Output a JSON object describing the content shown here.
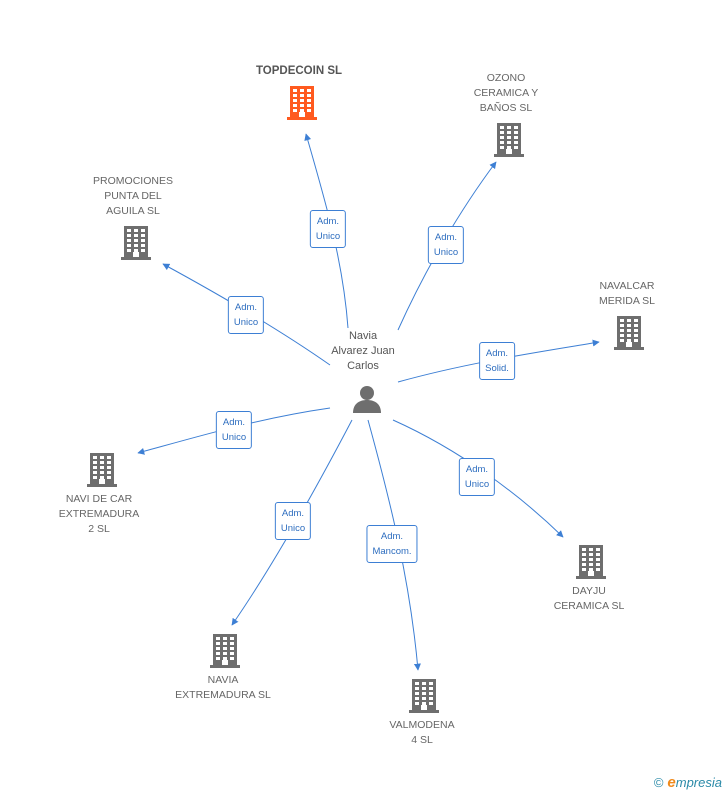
{
  "center": {
    "name_lines": [
      "Navia",
      "Alvarez Juan",
      "Carlos"
    ],
    "icon": "person-icon"
  },
  "companies": [
    {
      "id": "topdecoin",
      "lines": [
        "TOPDECOIN SL"
      ],
      "highlight": true,
      "color": "#ff5a1f",
      "role": [
        "Adm.",
        "Unico"
      ]
    },
    {
      "id": "ozono",
      "lines": [
        "OZONO",
        "CERAMICA Y",
        "BAÑOS SL"
      ],
      "highlight": false,
      "color": "#6e6e6e",
      "role": [
        "Adm.",
        "Unico"
      ]
    },
    {
      "id": "promociones",
      "lines": [
        "PROMOCIONES",
        "PUNTA DEL",
        "AGUILA SL"
      ],
      "highlight": false,
      "color": "#6e6e6e",
      "role": [
        "Adm.",
        "Unico"
      ]
    },
    {
      "id": "navalcar",
      "lines": [
        "NAVALCAR",
        "MERIDA SL"
      ],
      "highlight": false,
      "color": "#6e6e6e",
      "role": [
        "Adm.",
        "Solid."
      ]
    },
    {
      "id": "navi-de-car",
      "lines": [
        "NAVI DE CAR",
        "EXTREMADURA",
        "2 SL"
      ],
      "highlight": false,
      "color": "#6e6e6e",
      "role": [
        "Adm.",
        "Unico"
      ]
    },
    {
      "id": "dayju",
      "lines": [
        "DAYJU",
        "CERAMICA SL"
      ],
      "highlight": false,
      "color": "#6e6e6e",
      "role": [
        "Adm.",
        "Unico"
      ]
    },
    {
      "id": "navia-extremadura",
      "lines": [
        "NAVIA",
        "EXTREMADURA SL"
      ],
      "highlight": false,
      "color": "#6e6e6e",
      "role": [
        "Adm.",
        "Unico"
      ]
    },
    {
      "id": "valmodena",
      "lines": [
        "VALMODENA",
        "4 SL"
      ],
      "highlight": false,
      "color": "#6e6e6e",
      "role": [
        "Adm.",
        "Mancom."
      ]
    }
  ],
  "colors": {
    "edge": "#3d7fd4",
    "accent": "#ff5a1f"
  },
  "footer": {
    "copyright": "©",
    "brand_first": "e",
    "brand_rest": "mpresia"
  }
}
